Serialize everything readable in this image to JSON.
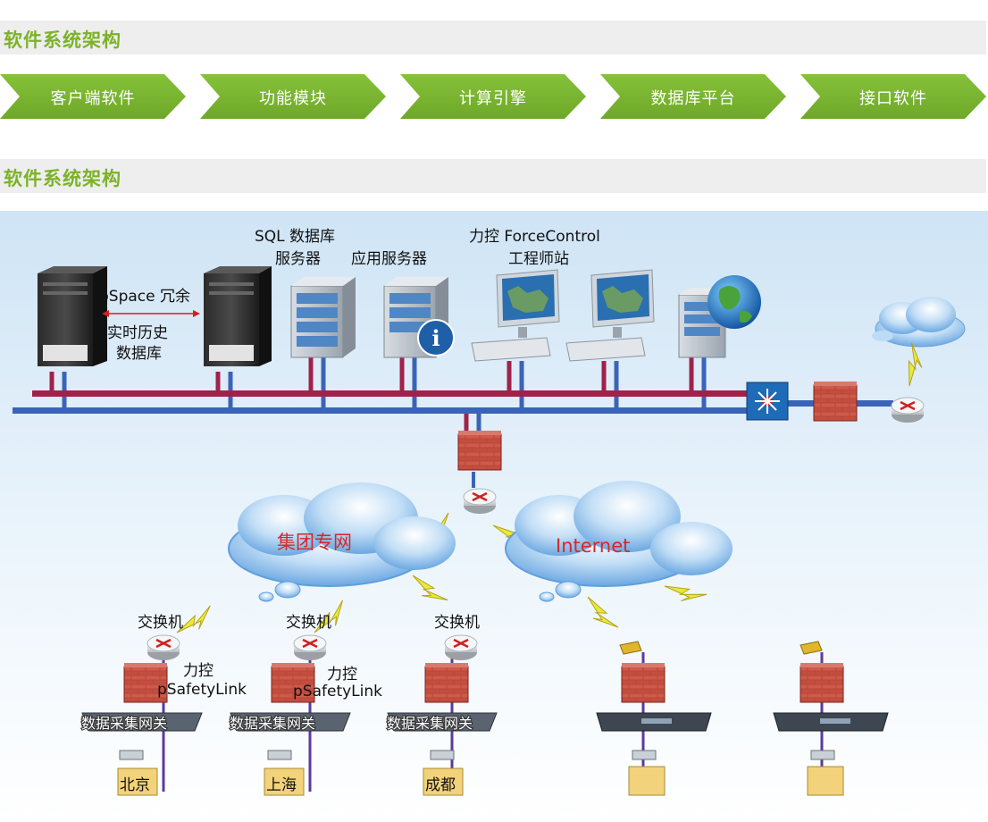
{
  "sections": [
    {
      "title": "软件系统架构"
    },
    {
      "title": "软件系统架构"
    }
  ],
  "modules": [
    {
      "label": "客户端软件"
    },
    {
      "label": "功能模块"
    },
    {
      "label": "计算引擎"
    },
    {
      "label": "数据库平台"
    },
    {
      "label": "接口软件"
    }
  ],
  "diagram": {
    "top_labels": {
      "sql_line1": "SQL 数据库",
      "sql_line2": "服务器",
      "app_server": "应用服务器",
      "eng_line1": "力控 ForceControl",
      "eng_line2": "工程师站",
      "pspace": "pSpace 冗余",
      "hist_line1": "实时历史",
      "hist_line2": "数据库"
    },
    "clouds": {
      "group_net": "集团专网",
      "internet": "Internet"
    },
    "branches": [
      {
        "switch_label": "交换机",
        "link_line1": "力控",
        "link_line2": "pSafetyLink",
        "gateway": "数据采集网关",
        "city": "北京"
      },
      {
        "switch_label": "交换机",
        "link_line1": "力控",
        "link_line2": "pSafetyLink",
        "gateway": "数据采集网关",
        "city": "上海"
      },
      {
        "switch_label": "交换机",
        "gateway": "数据采集网关",
        "city": "成都"
      }
    ],
    "colors": {
      "accent_green": "#7cb228",
      "bus_red": "#a0224a",
      "bus_blue": "#3a64b8",
      "cloud": "#7fb9ea",
      "firewall": "#b53c2f",
      "lightning": "#e8ea3a"
    }
  }
}
